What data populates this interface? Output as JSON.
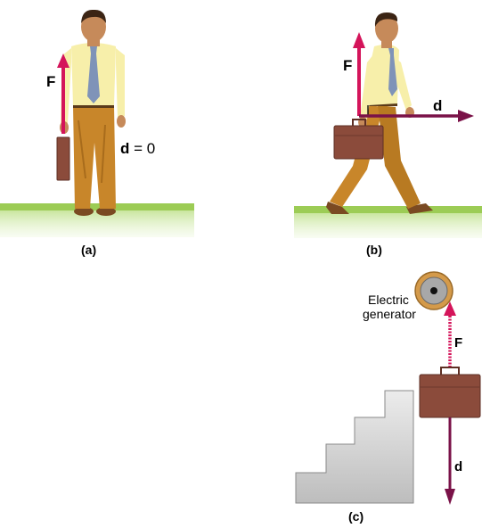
{
  "panel_a": {
    "caption": "(a)",
    "force_label": "F",
    "displacement_label_bold": "d",
    "displacement_label_rest": " = 0"
  },
  "panel_b": {
    "caption": "(b)",
    "force_label": "F",
    "displacement_label": "d"
  },
  "panel_c": {
    "caption": "(c)",
    "generator_label_line1": "Electric",
    "generator_label_line2": "generator",
    "force_label": "F",
    "displacement_label": "d"
  },
  "colors": {
    "arrow_red": "#d4145a",
    "arrow_maroon": "#7a1248",
    "grass": "#8dc63f",
    "briefcase": "#8b4b3b",
    "shirt": "#f7efaa",
    "pants": "#c8862a",
    "tie": "#7f93b8",
    "skin": "#c68a5a",
    "hair": "#3b2414",
    "stairs": "#d9d9d9",
    "generator_ring": "#d49a4a"
  }
}
